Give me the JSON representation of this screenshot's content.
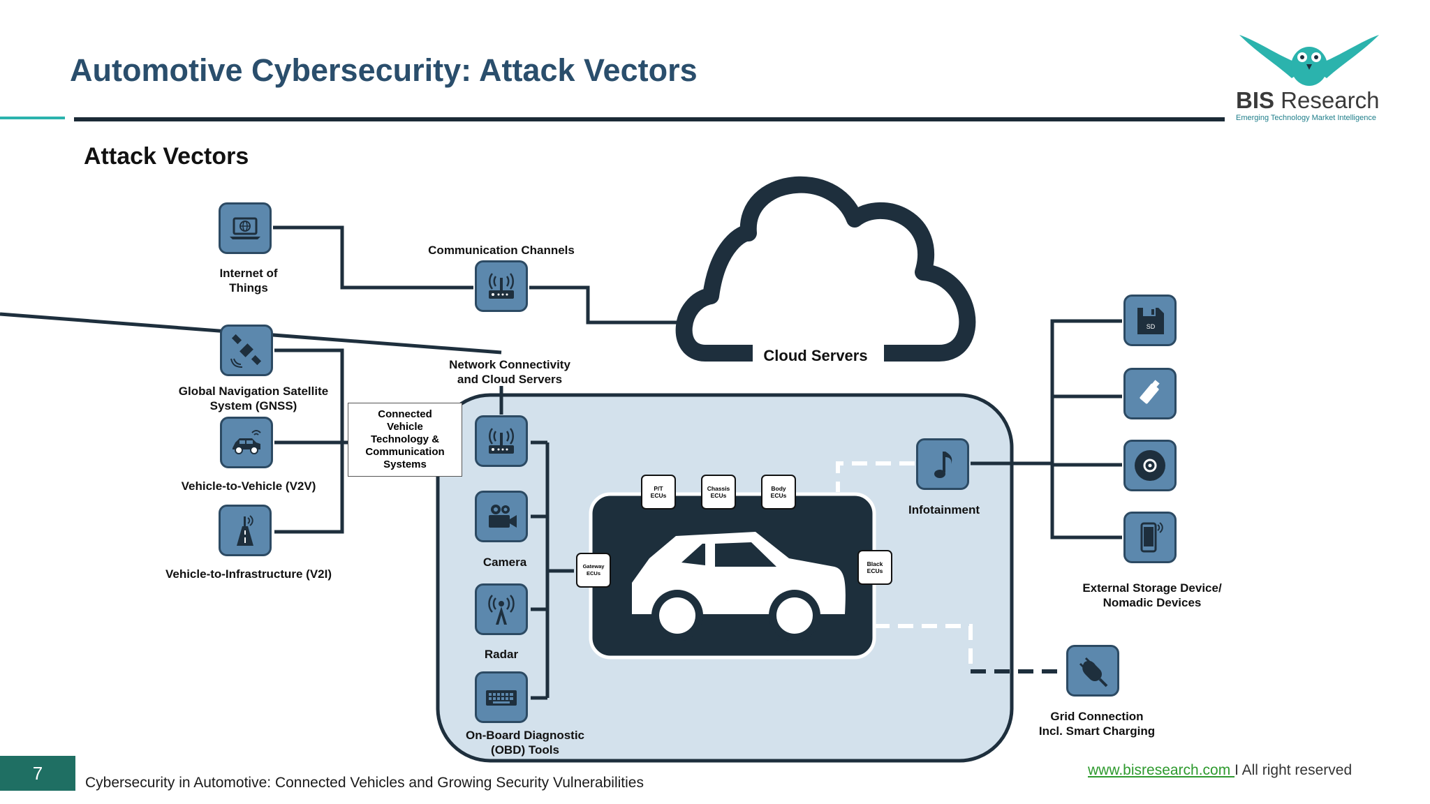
{
  "header": {
    "title": "Automotive Cybersecurity: Attack Vectors",
    "section_title": "Attack Vectors"
  },
  "logo": {
    "brand_bold": "BIS",
    "brand_rest": " Research",
    "tagline": "Emerging Technology Market Intelligence"
  },
  "colors": {
    "title": "#2a4e6c",
    "icon_fill": "#5c88ad",
    "icon_border": "#2c4a63",
    "lines": "#1e2f3d",
    "vehicle_panel": "#d3e1ec",
    "footer_page": "#1f6f63",
    "accent": "#2bb3ad"
  },
  "labels": {
    "iot": "Internet of\nThings",
    "gnss": "Global Navigation Satellite\nSystem (GNSS)",
    "v2v": "Vehicle-to-Vehicle (V2V)",
    "v2i": "Vehicle-to-Infrastructure (V2I)",
    "comm_channels": "Communication Channels",
    "network": "Network Connectivity\nand Cloud Servers",
    "cloud": "Cloud Servers",
    "cvt": "Connected\nVehicle\nTechnology &\nCommunication\nSystems",
    "camera": "Camera",
    "radar": "Radar",
    "obd": "On-Board Diagnostic\n(OBD) Tools",
    "infotainment": "Infotainment",
    "external": "External Storage Device/\nNomadic Devices",
    "grid": "Grid Connection\nIncl. Smart Charging"
  },
  "ecus": {
    "pt": "P/T\nECUs",
    "chassis": "Chassis\nECUs",
    "body": "Body\nECUs",
    "gateway": "Gateway\nECUs",
    "black": "Black\nECUs"
  },
  "sd_label": "SD",
  "footer": {
    "page_number": "7",
    "subtitle": "Cybersecurity in Automotive: Connected Vehicles and Growing Security Vulnerabilities",
    "link": "www.bisresearch.com ",
    "rights": "I All right reserved"
  }
}
